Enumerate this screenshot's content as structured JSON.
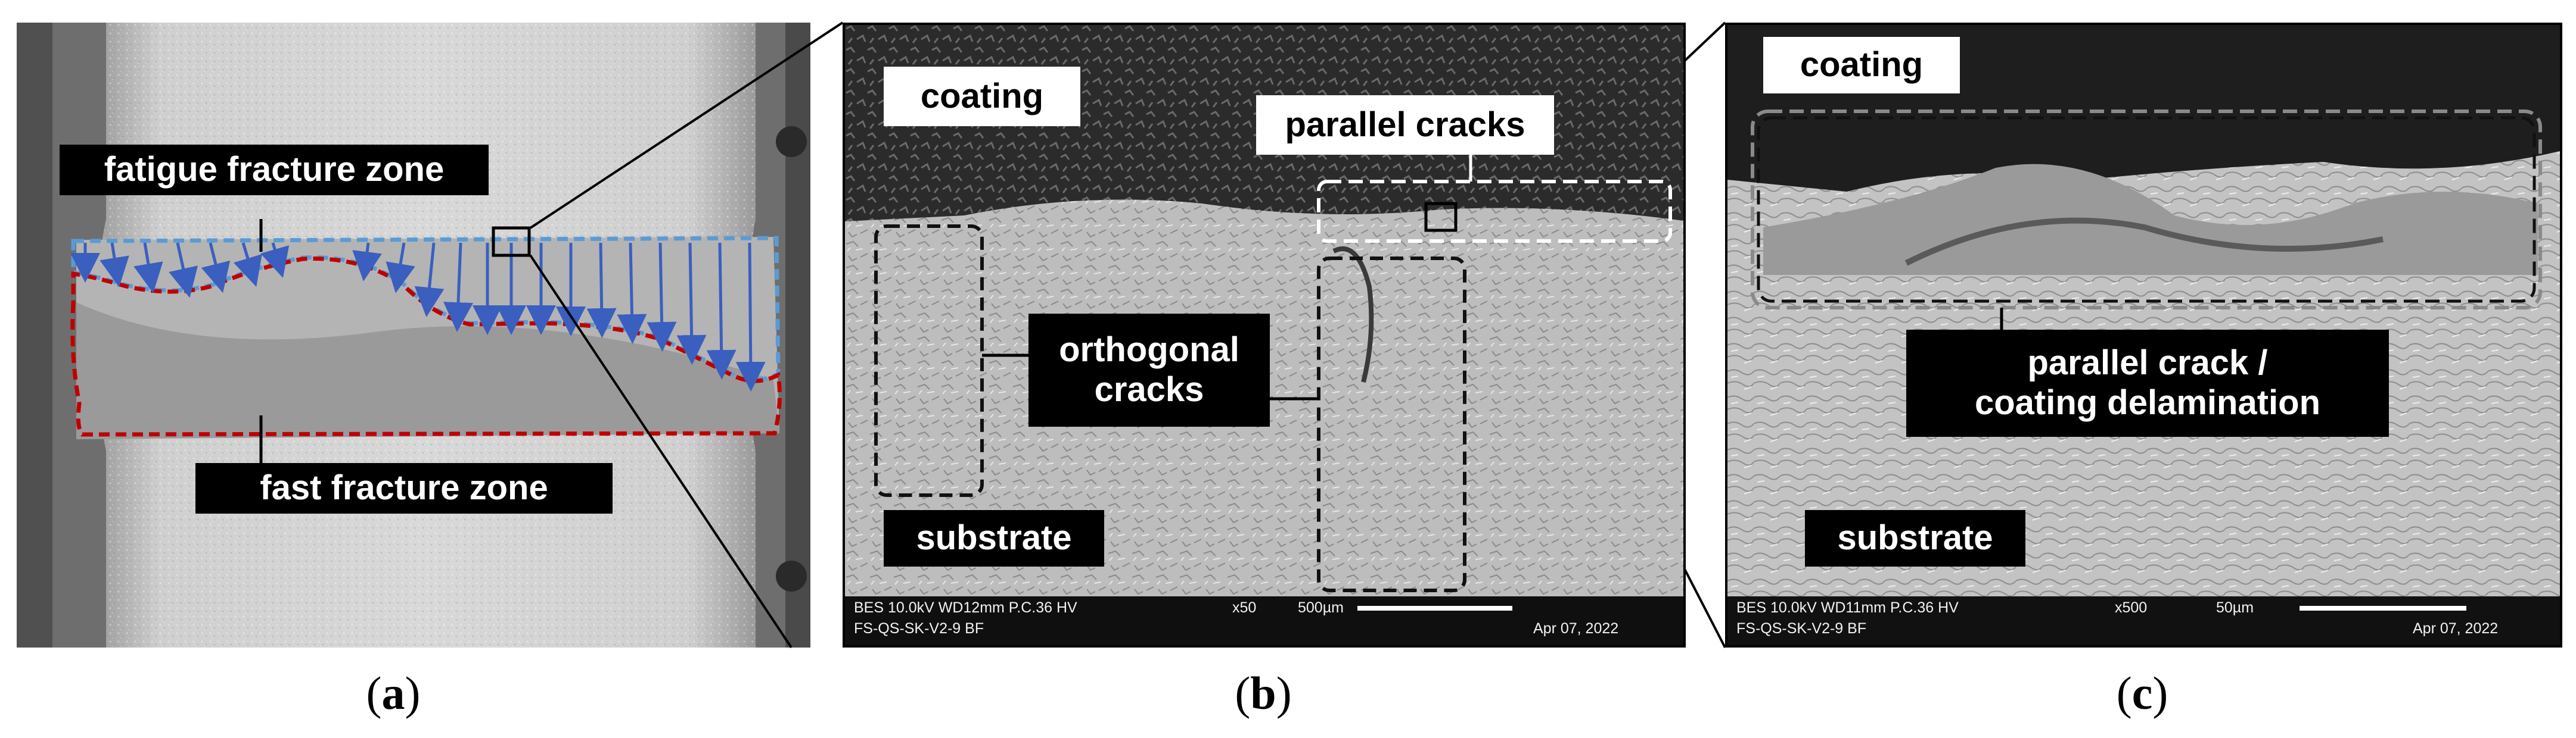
{
  "panel_a": {
    "labels": {
      "fatigue": "fatigue fracture zone",
      "fast": "fast fracture zone"
    },
    "caption": "a"
  },
  "panel_b": {
    "labels": {
      "coating": "coating",
      "parallel": "parallel cracks",
      "orthogonal_1": "orthogonal",
      "orthogonal_2": "cracks",
      "substrate": "substrate"
    },
    "meta": {
      "line1": "BES  10.0kV  WD12mm P.C.36  HV",
      "mag": "x50",
      "scale": "500µm",
      "line2": "FS-QS-SK-V2-9 BF",
      "date": "Apr 07, 2022"
    },
    "caption": "b"
  },
  "panel_c": {
    "labels": {
      "coating": "coating",
      "delam_1": "parallel crack /",
      "delam_2": "coating delamination",
      "substrate": "substrate"
    },
    "meta": {
      "line1": "BES  10.0kV  WD11mm P.C.36  HV",
      "mag": "x500",
      "scale": "50µm",
      "line2": "FS-QS-SK-V2-9 BF",
      "date": "Apr 07, 2022"
    },
    "caption": "c"
  },
  "colors": {
    "fatigue_outline": "#5b9bd5",
    "arrow": "#3a5fbf",
    "fast_outline": "#c00000"
  }
}
